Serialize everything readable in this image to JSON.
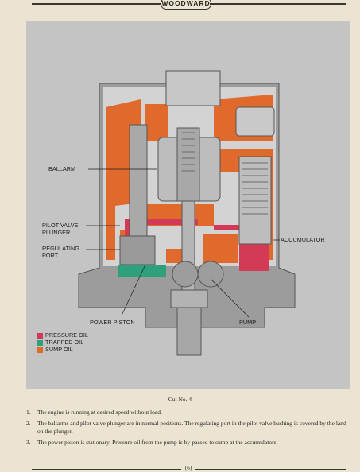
{
  "header": {
    "brand": "WOODWARD"
  },
  "figure": {
    "labels": {
      "ballarm": "BALLARM",
      "pilot_valve_plunger": "PILOT VALVE\nPLUNGER",
      "regulating_port": "REGULATING\nPORT",
      "accumulator": "ACCUMULATOR",
      "power_piston": "POWER PISTON",
      "pump": "PUMP"
    },
    "legend": [
      {
        "label": "PRESSURE OIL",
        "color": "#d23a55"
      },
      {
        "label": "TRAPPED OIL",
        "color": "#2fa07c"
      },
      {
        "label": "SUMP OIL",
        "color": "#e06a2c"
      }
    ]
  },
  "caption": "Cut No. 4",
  "notes": [
    {
      "num": "1.",
      "text": "The engine is running at desired speed without load."
    },
    {
      "num": "2.",
      "text": "The ballarms and pilot valve plunger are in normal positions.  The regulating port in the pilot valve bushing is covered by the land on the plunger."
    },
    {
      "num": "3.",
      "text": "The power piston is stationary.  Pressure oil from the pump is by-passed to sump at the accumulators."
    }
  ],
  "footer": {
    "page": "[6]"
  }
}
